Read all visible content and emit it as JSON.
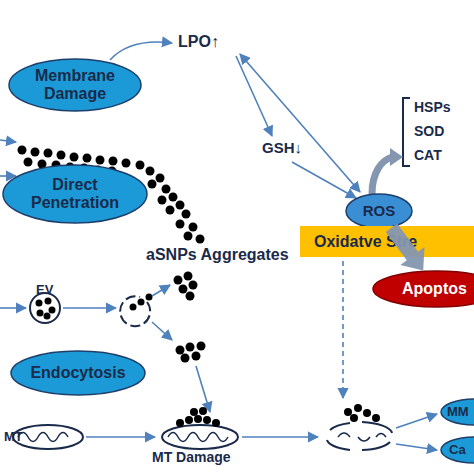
{
  "diagram": {
    "nodes": [
      {
        "text": [
          "Membrane Damage"
        ]
      },
      {
        "text": [
          "Direct Penetration"
        ]
      },
      {
        "text": [
          "ROS"
        ]
      },
      {
        "text": [
          "Oxidatve Stre"
        ]
      },
      {
        "text": [
          "Apoptos"
        ]
      },
      {
        "text": [
          "Endocytosis"
        ]
      },
      {
        "text": [
          "MM"
        ]
      },
      {
        "text": [
          "Ca"
        ]
      }
    ],
    "edges": [
      {
        "from": 2,
        "to": 4,
        "arrow": "to"
      }
    ],
    "labels": [
      "LPO↑",
      "GSH↓",
      "HSPs",
      "SOD",
      "CAT",
      "aSNPs Aggregates",
      "EV",
      "MT",
      "MT Damage"
    ]
  }
}
